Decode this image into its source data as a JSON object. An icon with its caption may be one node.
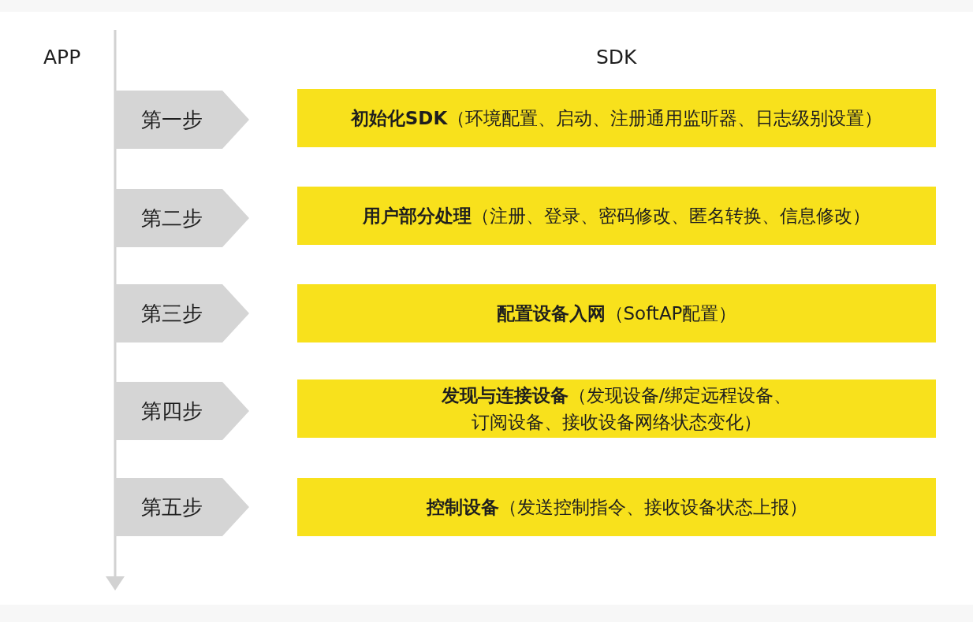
{
  "diagram": {
    "nodes": [
      {
        "text": [
          "第一步"
        ]
      },
      {
        "text": [
          "**初始化SDK**（环境配置、启动、注册通用监听器、日志级别设置）"
        ]
      },
      {
        "text": [
          "第二步"
        ]
      },
      {
        "text": [
          "**用户部分处理**（注册、登录、密码修改、匿名转换、信息修改）"
        ]
      },
      {
        "text": [
          "第三步"
        ]
      },
      {
        "text": [
          "**配置设备入网**（SoftAP配置）"
        ]
      },
      {
        "text": [
          "第四步"
        ]
      },
      {
        "text": [
          "**发现与连接设备**（发现设备/绑定远程设备、订阅设备、接收设备网络状态变化）"
        ]
      },
      {
        "text": [
          "第五步"
        ]
      },
      {
        "text": [
          "**控制设备**（发送控制指令、接收设备状态上报）"
        ]
      }
    ],
    "labels": [
      "APP",
      "SDK"
    ]
  }
}
